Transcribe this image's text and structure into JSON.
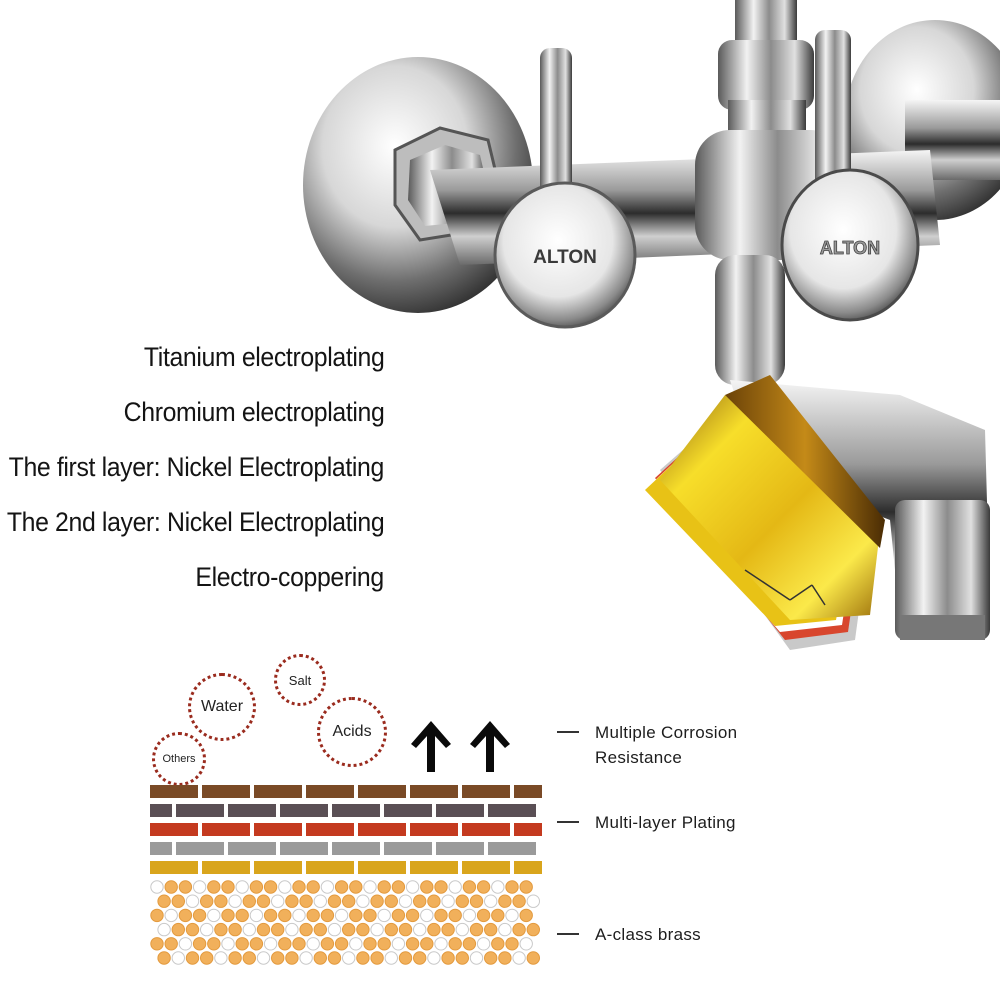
{
  "brand": {
    "logo_left": "ALTON",
    "logo_right": "ALTON"
  },
  "plating_layers": [
    "Titanium electroplating",
    "Chromium electroplating",
    "The first layer: Nickel Electroplating",
    "The 2nd layer: Nickel Electroplating",
    "Electro-coppering"
  ],
  "hazards": {
    "water": "Water",
    "salt": "Salt",
    "acids": "Acids",
    "others": "Others"
  },
  "legend": {
    "corrosion_line1": "Multiple Corrosion",
    "corrosion_line2": "Resistance",
    "plating": "Multi-layer Plating",
    "brass": "A-class brass"
  },
  "colors": {
    "brick_brown": "#7a4a26",
    "brick_dark": "#5a4f55",
    "brick_red": "#c43a1f",
    "brick_gray": "#9a9a9a",
    "brick_gold": "#d9a51c",
    "brass_orange": "#f1b05b",
    "hazard_dots": "#9a2b1e",
    "gold_foil": "#f2d21c"
  }
}
